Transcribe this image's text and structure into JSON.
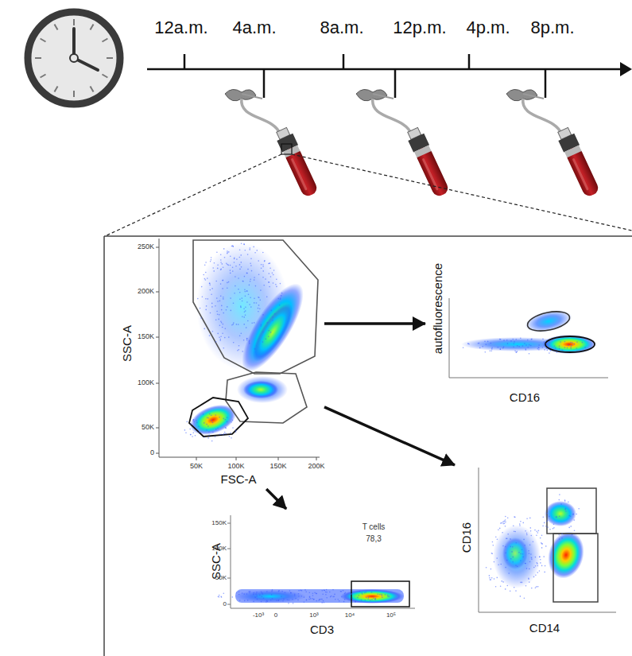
{
  "diagram": {
    "nodes": [
      {
        "text": [
          "SSC-A",
          "FSC-A"
        ]
      },
      {
        "text": [
          "autofluorescence",
          "CD16"
        ]
      },
      {
        "text": [
          "CD16",
          "CD14"
        ]
      },
      {
        "text": [
          "SSC-A",
          "CD3"
        ]
      }
    ],
    "edges": [
      {
        "from": 0,
        "to": 1,
        "arrow": "to"
      },
      {
        "from": 0,
        "to": 2,
        "arrow": "to"
      },
      {
        "from": 0,
        "to": 3,
        "arrow": "to"
      }
    ],
    "labels": [
      "12a.m.",
      "4a.m.",
      "8a.m.",
      "12p.m.",
      "4p.m.",
      "8p.m.",
      "250K",
      "200K",
      "150K",
      "100K",
      "50K",
      "0",
      "50K",
      "100K",
      "150K",
      "200K",
      "T cells",
      "78,3",
      "150K",
      "100K",
      "50K",
      "0",
      "-10³",
      "0",
      "10³",
      "10⁴",
      "10⁵"
    ]
  }
}
